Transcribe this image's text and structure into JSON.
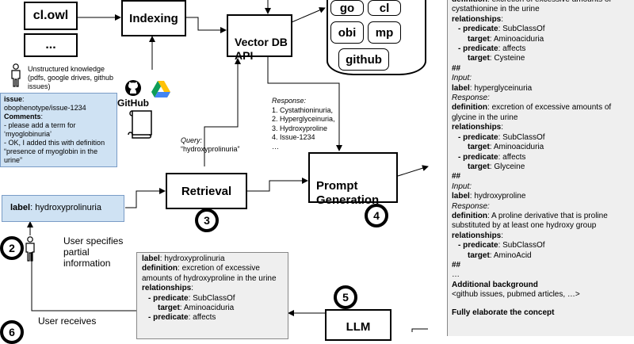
{
  "input_files": [
    "cl.owl",
    "..."
  ],
  "indexing_label": "Indexing",
  "vector_db_label": "Vector DB\nAPI",
  "ontologies": [
    "go",
    "cl",
    "obi",
    "mp",
    "github"
  ],
  "unstructured": {
    "text": "Unstructured knowledge\n(pdfs, google drives, github\nissues)",
    "github_logo_text": "GitHub"
  },
  "issue_card": {
    "issue_key": "issue",
    "issue_value": "obophenotype/issue-1234",
    "comments_key": "Comments",
    "comments": [
      "-  please add a term for ‘myoglobinuria’",
      "- OK, I added this with definition “presence of myoglobin in the urine”"
    ]
  },
  "query": {
    "label": "Query:",
    "value": "“hydroxyprolinuria”"
  },
  "response": {
    "label": "Response:",
    "items": [
      "1. Cystathioninuria,",
      "2. Hyperglyceinuria,",
      "3. Hydroxyproline",
      "4. Issue-1234",
      "…"
    ]
  },
  "retrieval_label": "Retrieval",
  "prompt_generation_label": "Prompt\nGeneration",
  "steps": {
    "two": "2",
    "three": "3",
    "four": "4",
    "five": "5",
    "six": "6"
  },
  "partial_label": {
    "key": "label",
    "value": "hydroxyprolinuria"
  },
  "user_specifies": "User specifies\npartial\ninformation",
  "user_receives": "User receives",
  "llm_label": "LLM",
  "output_card": {
    "label_key": "label",
    "label_value": "hydroxyprolinuria",
    "definition_key": "definition",
    "definition_value": "excretion of excessive amounts of hydroxyproline in the urine",
    "relationships_key": "relationships",
    "rel_1_predicate_key": "- predicate",
    "rel_1_predicate_value": "SubClassOf",
    "rel_1_target_key": "target",
    "rel_1_target_value": "Aminoaciduria",
    "rel_2_predicate_key": "- predicate",
    "rel_2_predicate_value": "affects"
  },
  "prompt_panel": {
    "definition_key": "definition",
    "ex1_definition": "excretion of excessive amounts of cystathionine in the urine",
    "relationships_key": "relationships",
    "predicate_key": "- predicate",
    "target_key": "target",
    "ex1_rel1_predicate": "SubClassOf",
    "ex1_rel1_target": "Aminoaciduria",
    "ex1_rel2_predicate": "affects",
    "ex1_rel2_target": "Cysteine",
    "separator": "##",
    "input_label": "Input:",
    "response_label": "Response:",
    "label_key": "label",
    "ex2_label": "hyperglyceinuria",
    "ex2_definition": "excretion of excessive amounts of glycine in the urine",
    "ex2_rel1_predicate": "SubClassOf",
    "ex2_rel1_target": "Aminoaciduria",
    "ex2_rel2_predicate": "affects",
    "ex2_rel2_target": "Glyceine",
    "ex3_label": "hydroxyproline",
    "ex3_definition": "A proline derivative that is proline substituted by at least one hydroxy group",
    "ex3_rel1_predicate": "SubClassOf",
    "ex3_rel1_target": "AminoAcid",
    "ellipsis": "…",
    "additional_background": "Additional background",
    "background_content": "<github issues, pubmed articles, …>",
    "bottom_cut": "Fully elaborate the concept"
  }
}
